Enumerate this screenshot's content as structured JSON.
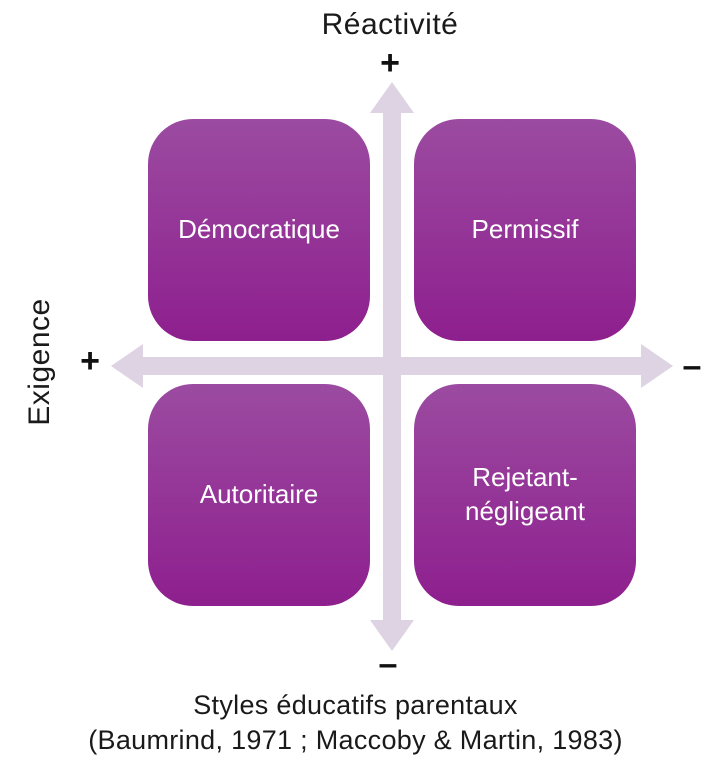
{
  "diagram": {
    "vertical_axis": {
      "label": "Réactivité",
      "positive_sign": "+",
      "negative_sign": "–"
    },
    "horizontal_axis": {
      "label": "Exigence",
      "positive_sign": "+",
      "negative_sign": "–"
    },
    "quadrants": [
      {
        "position": "top-left",
        "label": "Démocratique"
      },
      {
        "position": "top-right",
        "label": "Permissif"
      },
      {
        "position": "bottom-left",
        "label": "Autoritaire"
      },
      {
        "position": "bottom-right",
        "label": "Rejetant-négligeant"
      }
    ],
    "caption": {
      "line1": "Styles éducatifs parentaux",
      "line2": "(Baumrind, 1971 ; Maccoby & Martin, 1983)"
    },
    "colors": {
      "box_gradient_top": "#9b4ba1",
      "box_gradient_bottom": "#8e1f8e",
      "arrow": "#ddd3e3",
      "box_text": "#ffffff",
      "label_text": "#1a1a1a"
    }
  }
}
